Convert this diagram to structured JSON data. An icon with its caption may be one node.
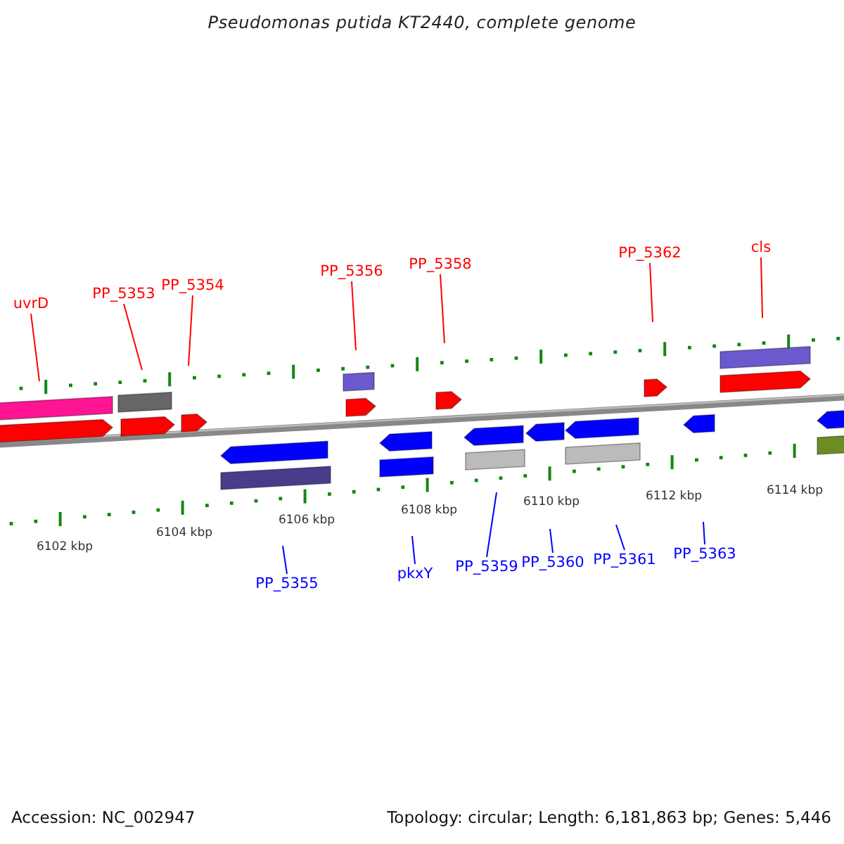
{
  "diagram": {
    "title": "Pseudomonas putida KT2440, complete genome",
    "nodes": [
      {
        "text": [
          "uvrD"
        ]
      },
      {
        "text": [
          "PP_5353"
        ]
      },
      {
        "text": [
          "PP_5354"
        ]
      },
      {
        "text": [
          "PP_5356"
        ]
      },
      {
        "text": [
          "PP_5358"
        ]
      },
      {
        "text": [
          "PP_5362"
        ]
      },
      {
        "text": [
          "cls"
        ]
      },
      {
        "text": [
          "PP_5355"
        ]
      },
      {
        "text": [
          "pkxY"
        ]
      },
      {
        "text": [
          "PP_5359"
        ]
      },
      {
        "text": [
          "PP_5360"
        ]
      },
      {
        "text": [
          "PP_5361"
        ]
      },
      {
        "text": [
          "PP_5363"
        ]
      }
    ],
    "edges": [
      {
        "from": 0,
        "to": null,
        "arrow": "none"
      },
      {
        "from": 1,
        "to": null,
        "arrow": "none"
      },
      {
        "from": 2,
        "to": null,
        "arrow": "none"
      },
      {
        "from": 3,
        "to": null,
        "arrow": "none"
      },
      {
        "from": 4,
        "to": null,
        "arrow": "none"
      },
      {
        "from": 5,
        "to": null,
        "arrow": "none"
      },
      {
        "from": 6,
        "to": null,
        "arrow": "none"
      },
      {
        "from": 7,
        "to": null,
        "arrow": "none",
        "color": "#0000ff"
      },
      {
        "from": 8,
        "to": null,
        "arrow": "none",
        "color": "#0000ff"
      },
      {
        "from": 9,
        "to": null,
        "arrow": "none",
        "color": "#0000ff"
      },
      {
        "from": 10,
        "to": null,
        "arrow": "none",
        "color": "#0000ff"
      },
      {
        "from": 11,
        "to": null,
        "arrow": "none",
        "color": "#0000ff"
      },
      {
        "from": 12,
        "to": null,
        "arrow": "none",
        "color": "#0000ff"
      }
    ],
    "labels": [
      "6102 kbp",
      "6104 kbp",
      "6106 kbp",
      "6108 kbp",
      "6110 kbp",
      "6112 kbp",
      "6114 kbp",
      "Accession: NC_002947",
      "Topology: circular; Length: 6,181,863 bp; Genes: 5,446"
    ]
  }
}
